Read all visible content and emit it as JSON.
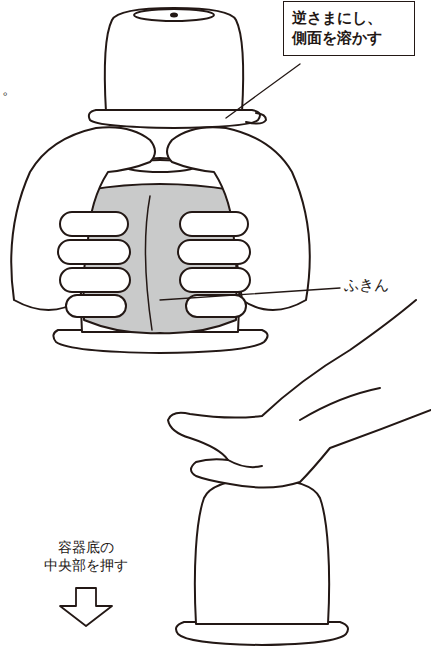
{
  "diagram": {
    "nodes": [
      {
        "text": [
          "逆さまにし、 側面を溶かす"
        ]
      }
    ],
    "labels": [
      "。",
      "ふきん",
      "容器底の 中央部を押す"
    ]
  }
}
